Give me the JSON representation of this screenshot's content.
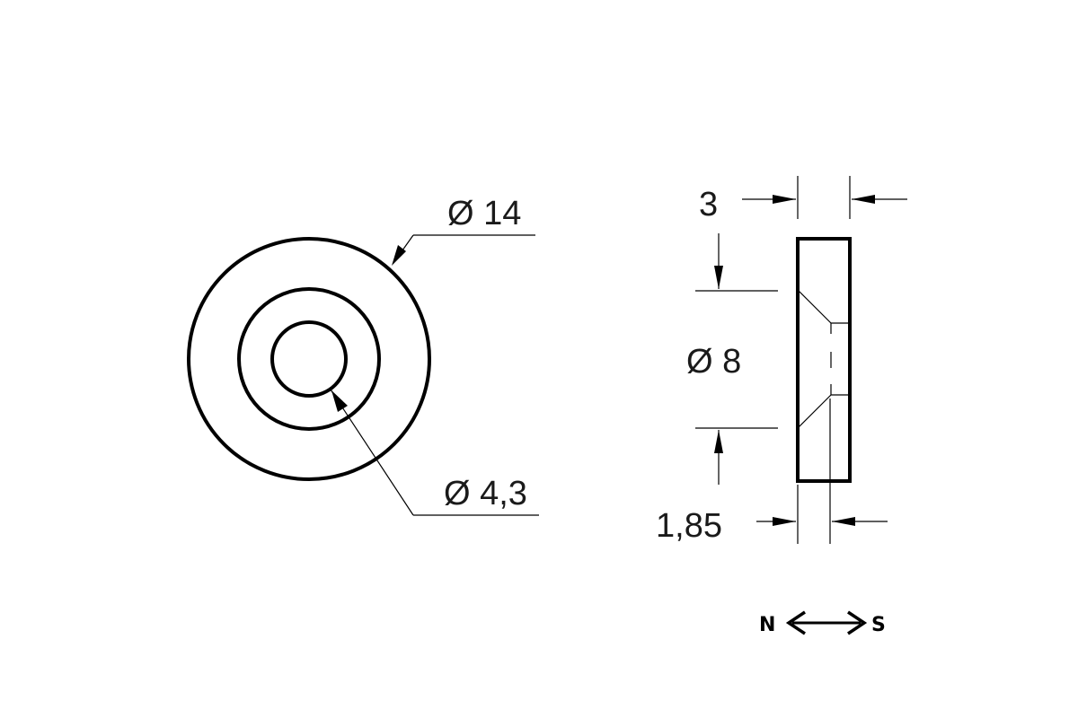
{
  "front_view": {
    "outer_diameter_label": "Ø 14",
    "hole_diameter_label": "Ø 4,3"
  },
  "side_view": {
    "thickness_label": "3",
    "countersink_diameter_label": "Ø 8",
    "cylindrical_depth_label": "1,85"
  },
  "magnetization": {
    "north_label": "N",
    "south_label": "S"
  }
}
